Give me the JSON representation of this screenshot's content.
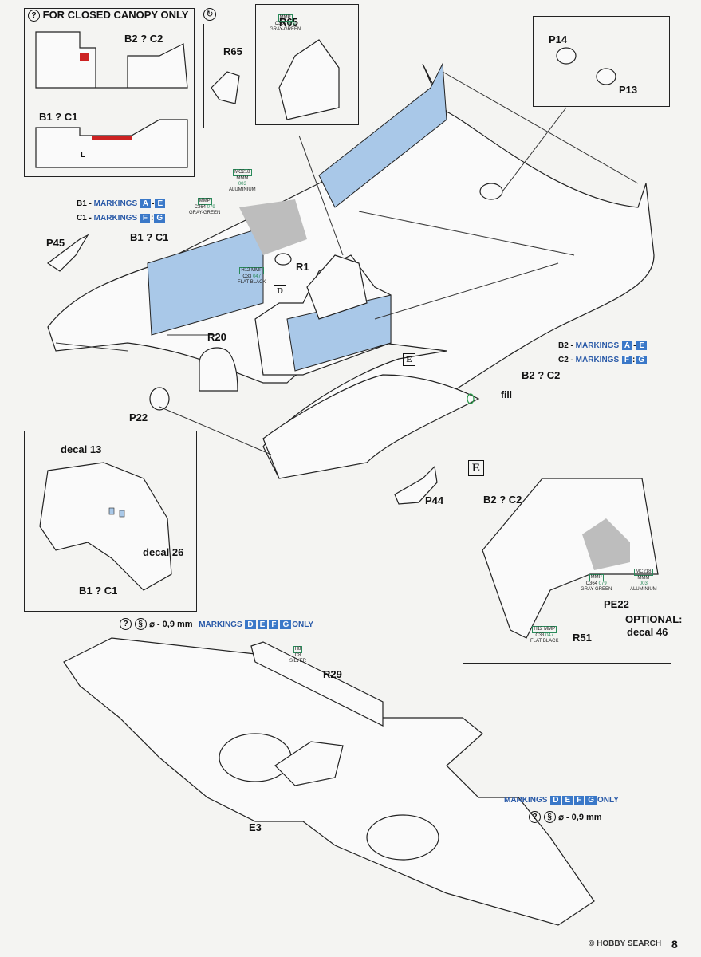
{
  "colors": {
    "marking_blue": "#3a78c8",
    "paint_blue": "#a9c8e8",
    "red": "#cc2222",
    "paint_code_green": "#2a8a5a"
  },
  "inset_closed_canopy": {
    "title": "FOR CLOSED CANOPY ONLY",
    "icon": "question-icon",
    "label_b2c2": "B2 ? C2",
    "label_b1c1": "B1 ? C1",
    "label_l": "L"
  },
  "step_icon": "rotate-icon",
  "parts": {
    "r65_top": "R65",
    "r65_left": "R65",
    "p14": "P14",
    "p13": "P13",
    "p45": "P45",
    "r1": "R1",
    "r20": "R20",
    "p22": "P22",
    "p44": "P44",
    "r29": "R29",
    "e3": "E3",
    "pe22": "PE22",
    "r51": "R51",
    "d_box": "D",
    "e_box": "E",
    "fill": "fill"
  },
  "paint_codes": {
    "gray_green": {
      "code1": "C364",
      "code2": "079",
      "brand": "MMP",
      "name": "GRAY-GREEN"
    },
    "aluminium": {
      "code1": "MC218",
      "code2": "MMM",
      "code3": "003",
      "name": "ALUMINIUM"
    },
    "flat_black": {
      "code1": "H12",
      "code2": "C33",
      "code3": "047",
      "brand": "MMP",
      "name": "FLAT BLACK"
    },
    "silver": {
      "code1": "H8",
      "code2": "C8",
      "name": "SILVER"
    }
  },
  "markings_left": {
    "b1_prefix": "B1 - ",
    "c1_prefix": "C1 - ",
    "word": "MARKINGS",
    "a": "A",
    "e": "E",
    "f": "F",
    "g": "G",
    "dash": "-",
    "colon": ":"
  },
  "markings_right": {
    "b2_prefix": "B2 - ",
    "c2_prefix": "C2 - "
  },
  "labels": {
    "b1c1_mid": "B1 ? C1",
    "b2c2_mid": "B2 ? C2",
    "decal13": "decal 13",
    "decal26": "decal 26",
    "b1c1_inset": "B1 ? C1",
    "b2c2_inset": "B2 ? C2",
    "optional": "OPTIONAL:",
    "decal46": "decal 46",
    "drill_left": "⌀ - 0,9 mm",
    "drill_right": "⌀ - 0,9 mm",
    "only": "ONLY"
  },
  "markings_drill": {
    "d": "D",
    "e": "E",
    "f": "F",
    "g": "G"
  },
  "watermark": "© HOBBY SEARCH",
  "page_number": "8"
}
